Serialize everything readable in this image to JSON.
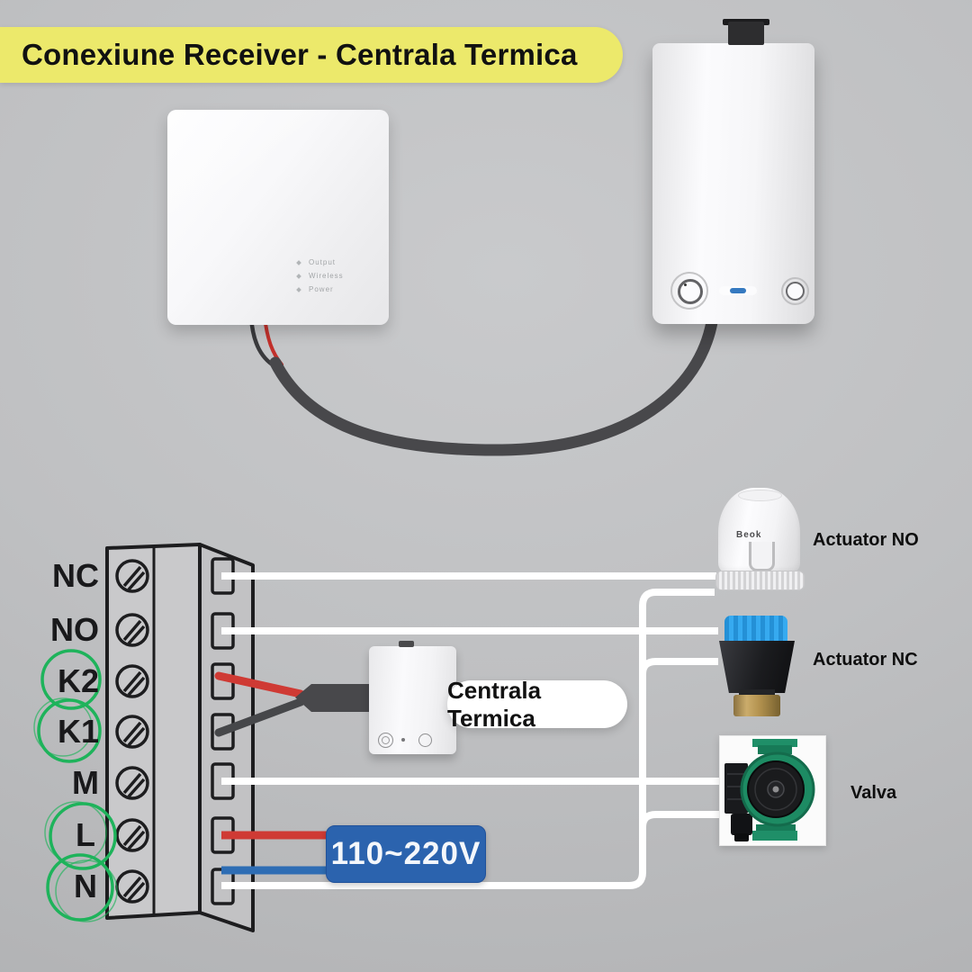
{
  "title": "Conexiune Receiver - Centrala Termica",
  "receiver": {
    "leds": [
      "Output",
      "Wireless",
      "Power"
    ]
  },
  "diagram": {
    "terminals": [
      {
        "label": "NC",
        "circled": false
      },
      {
        "label": "NO",
        "circled": false
      },
      {
        "label": "K2",
        "circled": true
      },
      {
        "label": "K1",
        "circled": true
      },
      {
        "label": "M",
        "circled": false
      },
      {
        "label": "L",
        "circled": true
      },
      {
        "label": "N",
        "circled": true
      }
    ],
    "power_label": "110~220V",
    "boiler_label": "Centrala Termica",
    "device_labels": {
      "actuator_no": "Actuator NO",
      "actuator_nc": "Actuator NC",
      "valva": "Valva"
    },
    "actuator_brand": "Beok",
    "colors": {
      "banner_yellow": "#ece96b",
      "circle_green": "#1eb35b",
      "wire_white": "#ffffff",
      "wire_red": "#cf3a34",
      "wire_blue": "#2e6db4",
      "cable_dark": "#48484b",
      "power_box_blue": "#2b63ae"
    }
  }
}
